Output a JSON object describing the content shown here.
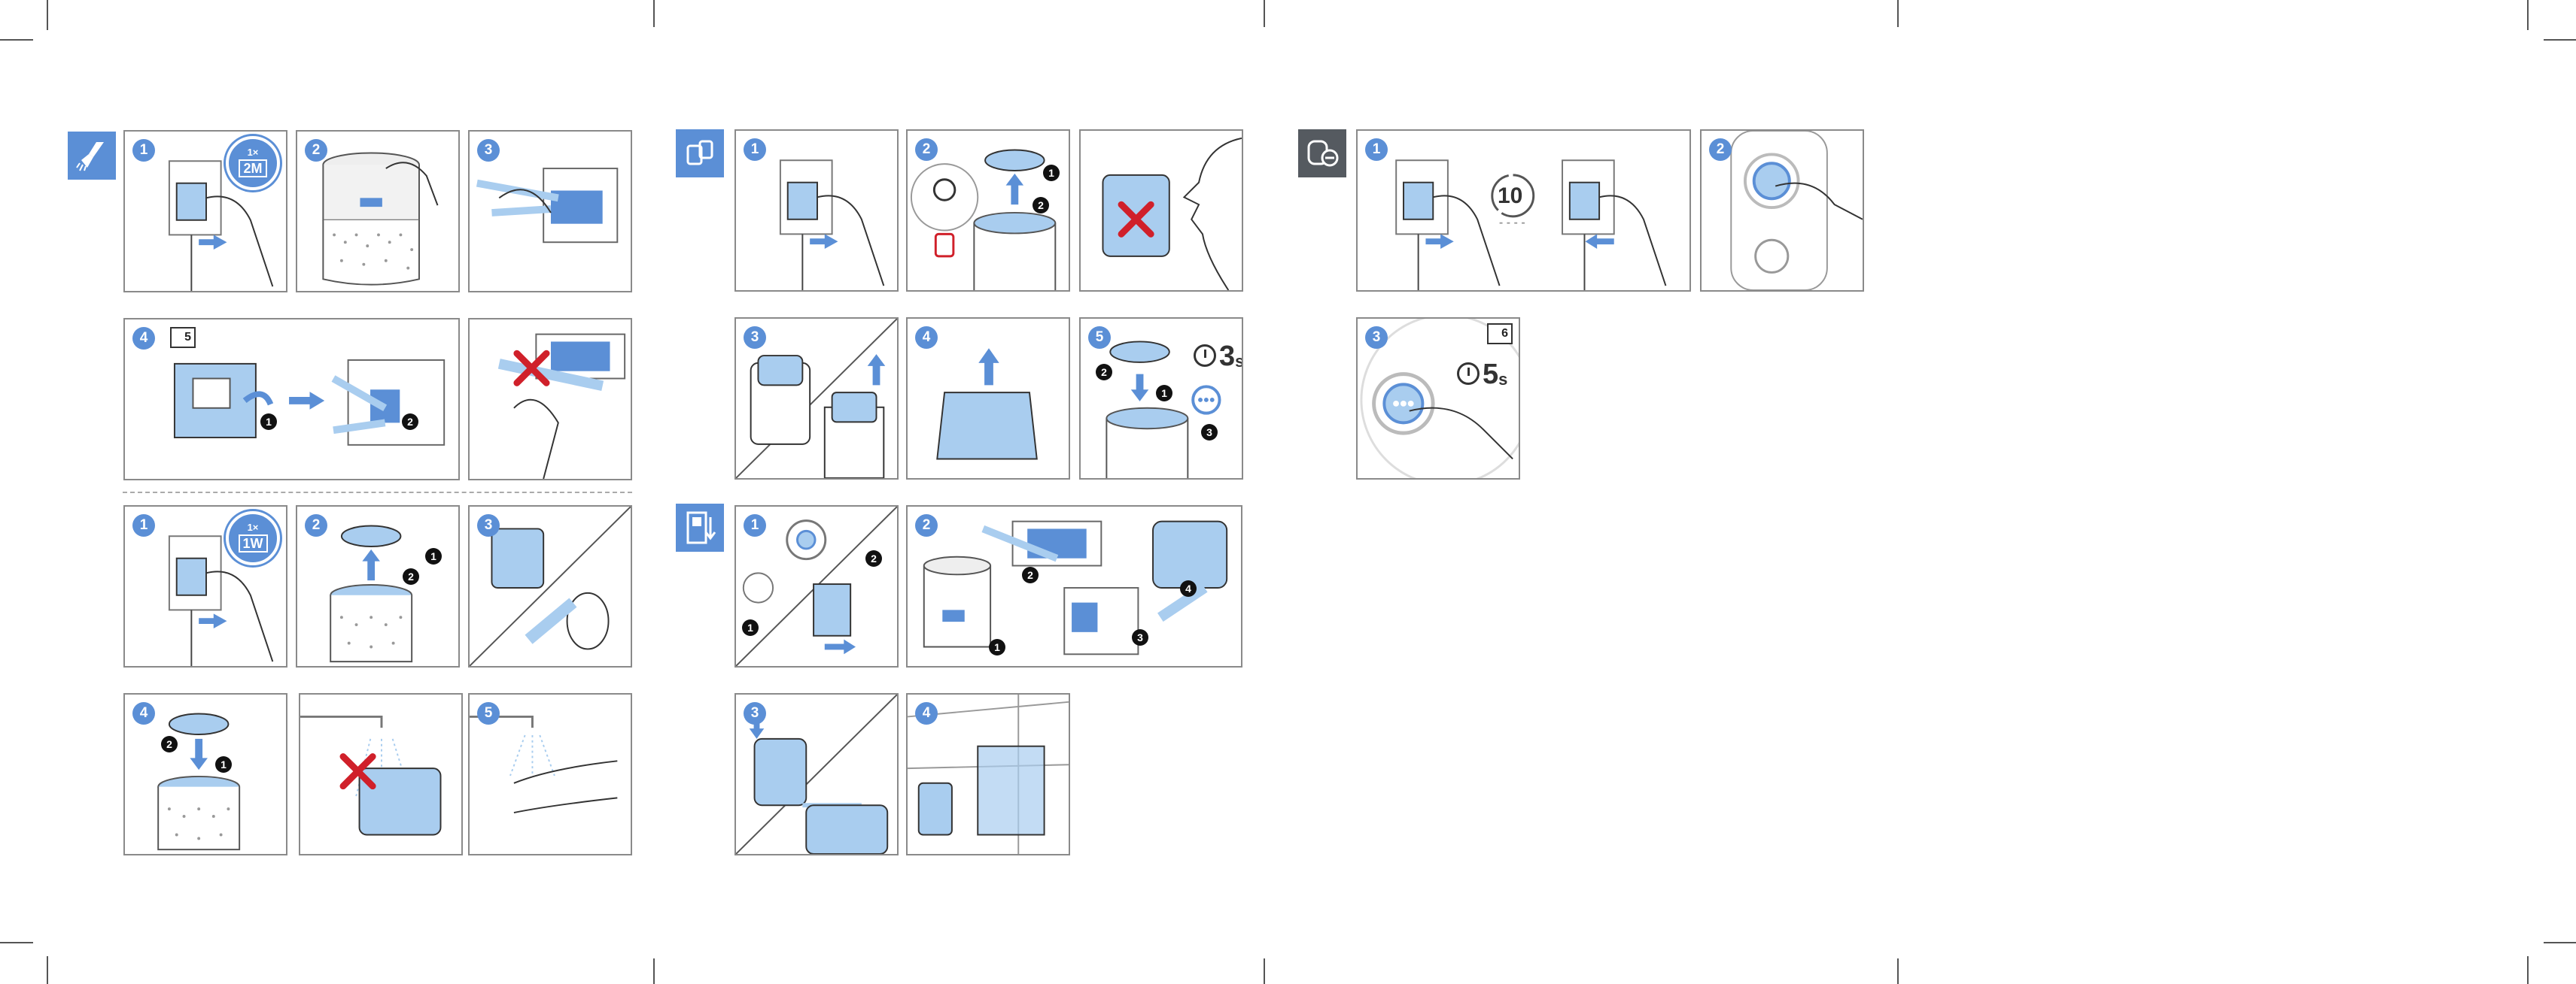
{
  "colors": {
    "accent": "#5b8fd6",
    "light_blue": "#a9cdef",
    "dark_icon": "#555a60",
    "warning_red": "#d0202a",
    "border": "#8a8a8a"
  },
  "sections": {
    "cleaning_icon": "brush-icon",
    "filter_icon": "filter-replace-icon",
    "storage_icon": "storage-icon",
    "reset_icon": "filter-reset-icon"
  },
  "steps": {
    "s1": "1",
    "s2": "2",
    "s3": "3",
    "s4": "4",
    "s5": "5"
  },
  "markers": {
    "m1": "1",
    "m2": "2",
    "m3": "3",
    "m4": "4"
  },
  "badges": {
    "two_months": {
      "top": "1×",
      "mid": "2M"
    },
    "one_week": {
      "top": "1×",
      "mid": "1W"
    }
  },
  "manual_refs": {
    "page5": "5",
    "page6": "6"
  },
  "timers": {
    "three_s": {
      "value": "3",
      "unit": "s"
    },
    "five_s": {
      "value": "5",
      "unit": "s"
    },
    "ten": "10"
  }
}
